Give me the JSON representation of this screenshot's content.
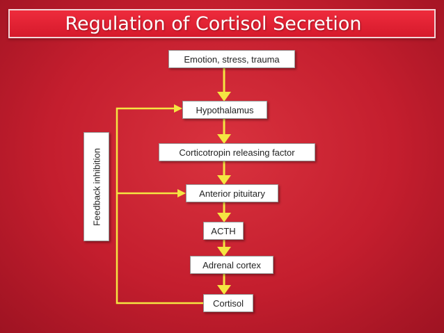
{
  "title": "Regulation of Cortisol Secretion",
  "nodes": [
    "Emotion, stress, trauma",
    "Hypothalamus",
    "Corticotropin releasing factor",
    "Anterior pituitary",
    "ACTH",
    "Adrenal cortex",
    "Cortisol"
  ],
  "feedback_label": "Feedback inhibition",
  "colors": {
    "arrow": "#f5e642",
    "background": "#c41e2e",
    "title_bar": "#e0223a"
  }
}
